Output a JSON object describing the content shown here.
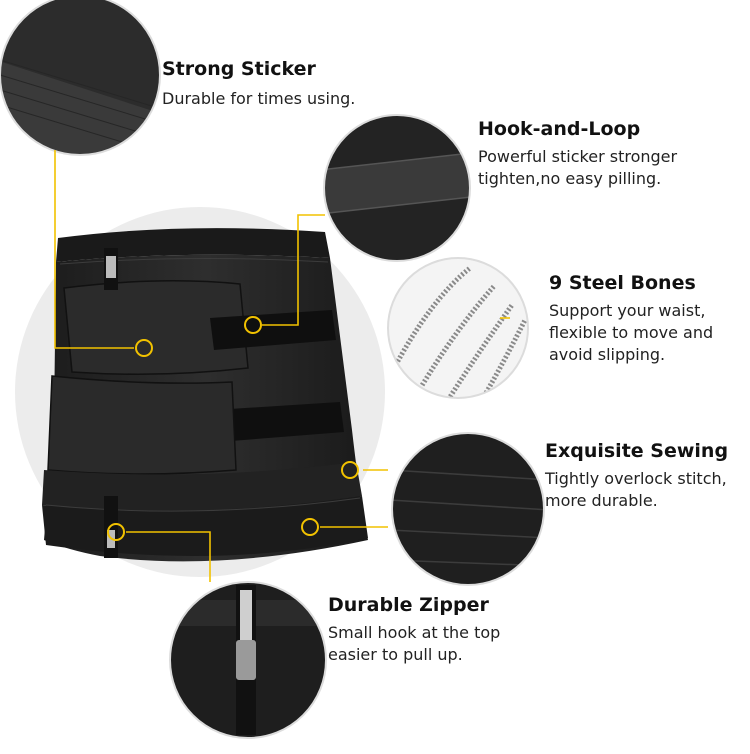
{
  "accent_color": "#f2c200",
  "callouts": {
    "strong_sticker": {
      "title": "Strong Sticker",
      "lines": [
        "Durable for times using."
      ]
    },
    "hook_and_loop": {
      "title": "Hook-and-Loop",
      "lines": [
        "Powerful sticker stronger",
        "tighten,no easy pilling."
      ]
    },
    "steel_bones": {
      "title": "9 Steel Bones",
      "lines": [
        "Support your waist,",
        "flexible to move and",
        "avoid slipping."
      ]
    },
    "sewing": {
      "title": "Exquisite Sewing",
      "lines": [
        "Tightly overlock stitch,",
        "more durable."
      ]
    },
    "zipper": {
      "title": "Durable Zipper",
      "lines": [
        "Small hook at the top",
        "easier to pull up."
      ]
    }
  }
}
